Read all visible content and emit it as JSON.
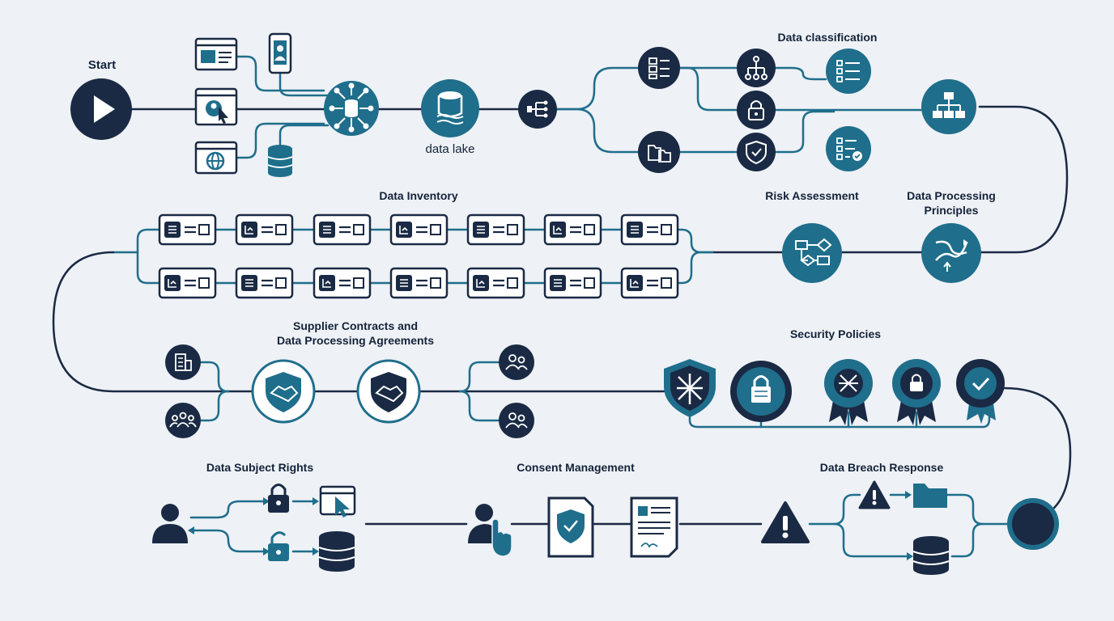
{
  "labels": {
    "start": "Start",
    "data_lake": "data lake",
    "data_classification": "Data classification",
    "data_inventory": "Data Inventory",
    "risk_assessment": "Risk Assessment",
    "data_processing_principles_1": "Data Processing",
    "data_processing_principles_2": "Principles",
    "supplier_contracts_1": "Supplier Contracts and",
    "supplier_contracts_2": "Data Processing Agreements",
    "security_policies": "Security Policies",
    "data_subject_rights": "Data Subject Rights",
    "consent_management": "Consent Management",
    "data_breach_response": "Data Breach Response"
  },
  "colors": {
    "navy": "#1a2a44",
    "teal": "#1f6e8c",
    "background": "#eef1f5",
    "line": "#1a2a44"
  },
  "icons": [
    "play-icon",
    "browser-window-icon",
    "mobile-user-icon",
    "browser-user-icon",
    "browser-globe-icon",
    "database-icon",
    "data-hub-icon",
    "data-lake-icon",
    "split-node-icon",
    "list-icon",
    "folder-icon",
    "hierarchy-icon",
    "lock-icon",
    "shield-check-icon",
    "checklist-icon",
    "org-chart-icon",
    "flow-icon",
    "process-cycle-icon",
    "building-icon",
    "group-icon",
    "handshake-shield-icon",
    "users-icon",
    "shield-pattern-icon",
    "badge-lock-icon",
    "badge-check-icon",
    "person-icon",
    "browser-cursor-icon",
    "unlock-icon",
    "hand-pointer-icon",
    "document-shield-icon",
    "contract-icon",
    "warning-icon",
    "end-node-icon"
  ]
}
